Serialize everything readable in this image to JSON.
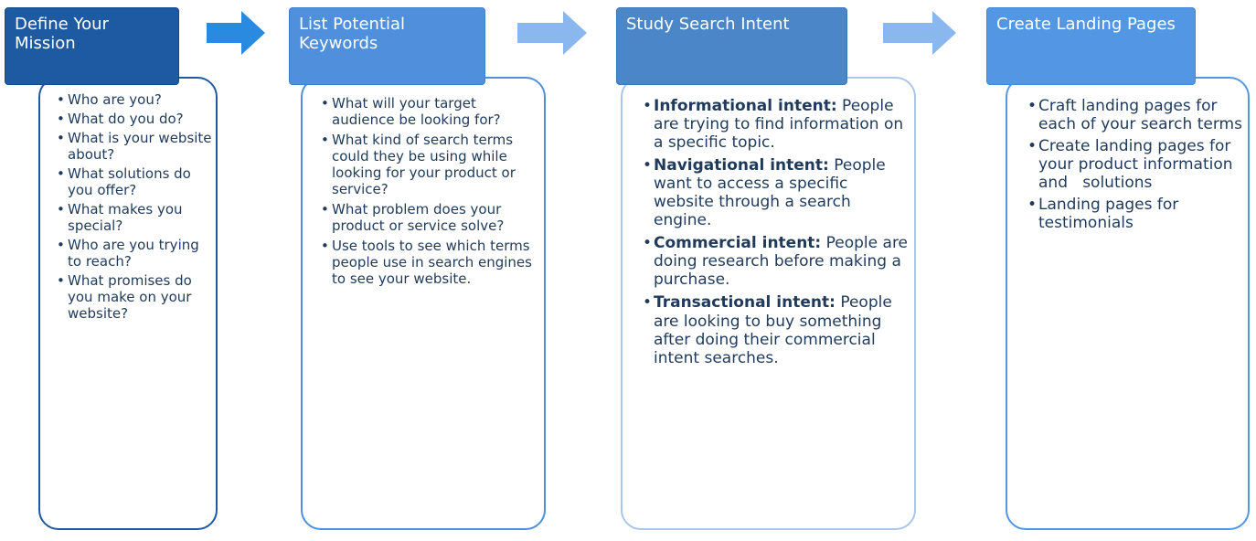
{
  "stages": [
    {
      "title": "Define Your Mission",
      "items": [
        "Who are you?",
        "What do you do?",
        "What is your website about?",
        "What solutions do you offer?",
        "What makes you special?",
        "Who are you trying to reach?",
        "What promises do you make on your website?"
      ]
    },
    {
      "title": "List Potential Keywords",
      "items": [
        "What will your target audience be looking for?",
        "What kind of search terms could they be using while looking for your product or service?",
        "What problem does your product or service solve?",
        "Use tools to see which terms people use in search engines to see your website."
      ]
    },
    {
      "title": "Study Search Intent",
      "items": [
        {
          "term": "Informational intent:",
          "text": " People are trying to find information on a specific topic."
        },
        {
          "term": "Navigational intent:",
          "text": " People want to access a specific website through a search engine."
        },
        {
          "term": "Commercial intent:",
          "text": " People are doing research before making a purchase."
        },
        {
          "term": "Transactional intent:",
          "text": " People are looking to buy something after doing their commercial intent searches."
        }
      ]
    },
    {
      "title": "Create Landing Pages",
      "items": [
        "Craft landing pages for each of your search terms",
        "Create landing pages for your product information and   solutions",
        "Landing pages for testimonials"
      ]
    }
  ],
  "colors": {
    "stage1": "#1e5aa2",
    "stage2": "#4f8fdb",
    "stage3": "#4a86c8",
    "stage4": "#5396e4",
    "arrow1": "#2a8ae0",
    "arrow2": "#8ab8ee",
    "arrow3": "#8ab8ee"
  }
}
